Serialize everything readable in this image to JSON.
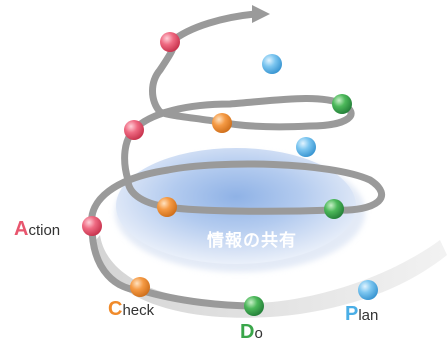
{
  "center_label": "情報の共有",
  "phases": [
    {
      "id": "action",
      "initial": "A",
      "rest": "ction",
      "color": "#e8566e"
    },
    {
      "id": "check",
      "initial": "C",
      "rest": "heck",
      "color": "#f08a2a"
    },
    {
      "id": "do",
      "initial": "D",
      "rest": "o",
      "color": "#3aa64a"
    },
    {
      "id": "plan",
      "initial": "P",
      "rest": "lan",
      "color": "#4aaee6"
    }
  ]
}
